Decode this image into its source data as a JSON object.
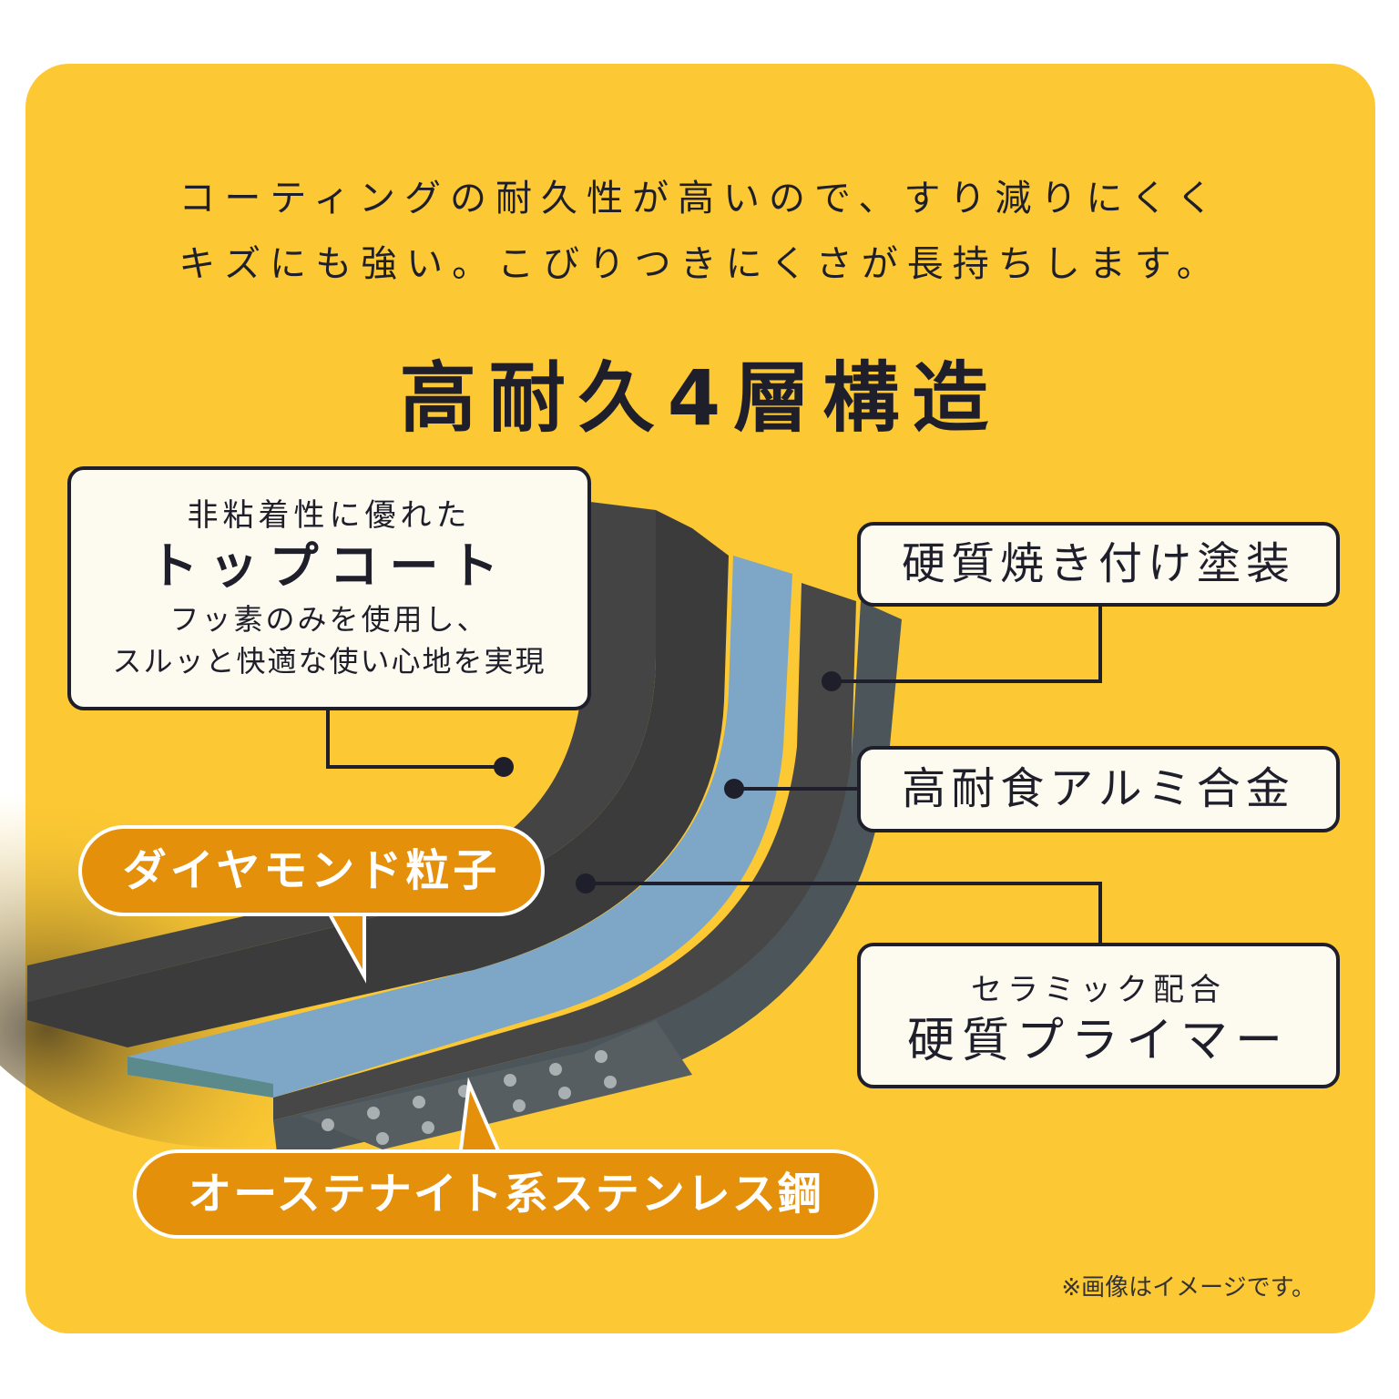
{
  "intro": {
    "line1": "コーティングの耐久性が高いので、すり減りにくく",
    "line2": "キズにも強い。こびりつきにくさが長持ちします。"
  },
  "title": "高耐久4層構造",
  "labels": {
    "topcoat": {
      "lead": "非粘着性に優れた",
      "name": "トップコート",
      "desc1": "フッ素のみを使用し、",
      "desc2": "スルッと快適な使い心地を実現"
    },
    "baked_coating": "硬質焼き付け塗装",
    "aluminum": "高耐食アルミ合金",
    "primer": {
      "lead": "セラミック配合",
      "name": "硬質プライマー"
    },
    "diamond": "ダイヤモンド粒子",
    "stainless": "オーステナイト系ステンレス鋼"
  },
  "note": "※画像はイメージです。",
  "colors": {
    "background": "#fcc833",
    "accent": "#e5900b",
    "text": "#1f1f2b"
  }
}
